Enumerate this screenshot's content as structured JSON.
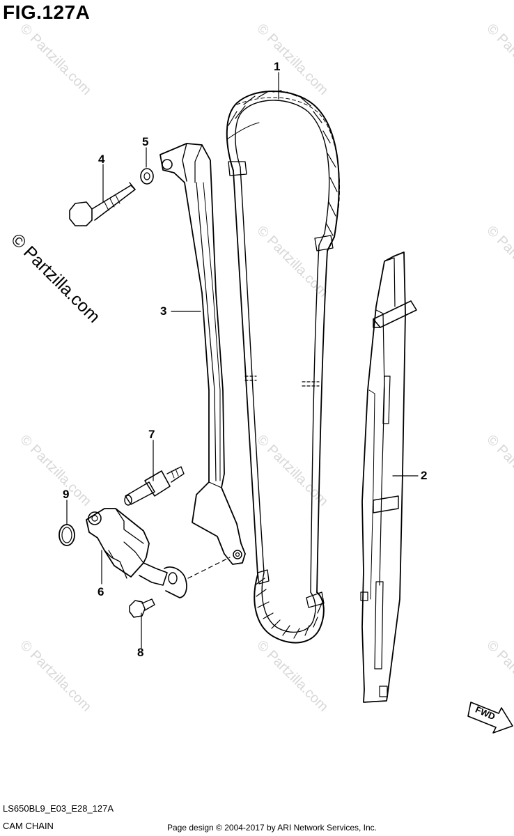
{
  "figure": {
    "title": "FIG.127A",
    "code": "LS650BL9_E03_E28_127A",
    "name": "CAM CHAIN"
  },
  "copyright": "Page design © 2004-2017 by ARI Network Services, Inc.",
  "watermark": "© Partzilla.com",
  "fwd_label": "FWD",
  "callouts": [
    {
      "id": "c1",
      "label": "1"
    },
    {
      "id": "c2",
      "label": "2"
    },
    {
      "id": "c3",
      "label": "3"
    },
    {
      "id": "c4",
      "label": "4"
    },
    {
      "id": "c5",
      "label": "5"
    },
    {
      "id": "c6",
      "label": "6"
    },
    {
      "id": "c7",
      "label": "7"
    },
    {
      "id": "c8",
      "label": "8"
    },
    {
      "id": "c9",
      "label": "9"
    }
  ],
  "colors": {
    "line": "#000000",
    "watermark": "#d8d8d8",
    "background": "#ffffff"
  }
}
